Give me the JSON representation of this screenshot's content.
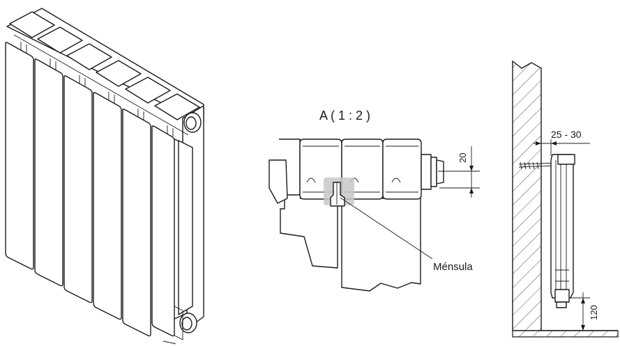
{
  "detail": {
    "title": "A ( 1 : 2 )",
    "bracket_label": "Ménsula",
    "offset_dimension": "20"
  },
  "side_view": {
    "wall_gap_dimension": "25 - 30",
    "floor_clearance_dimension": "120"
  }
}
